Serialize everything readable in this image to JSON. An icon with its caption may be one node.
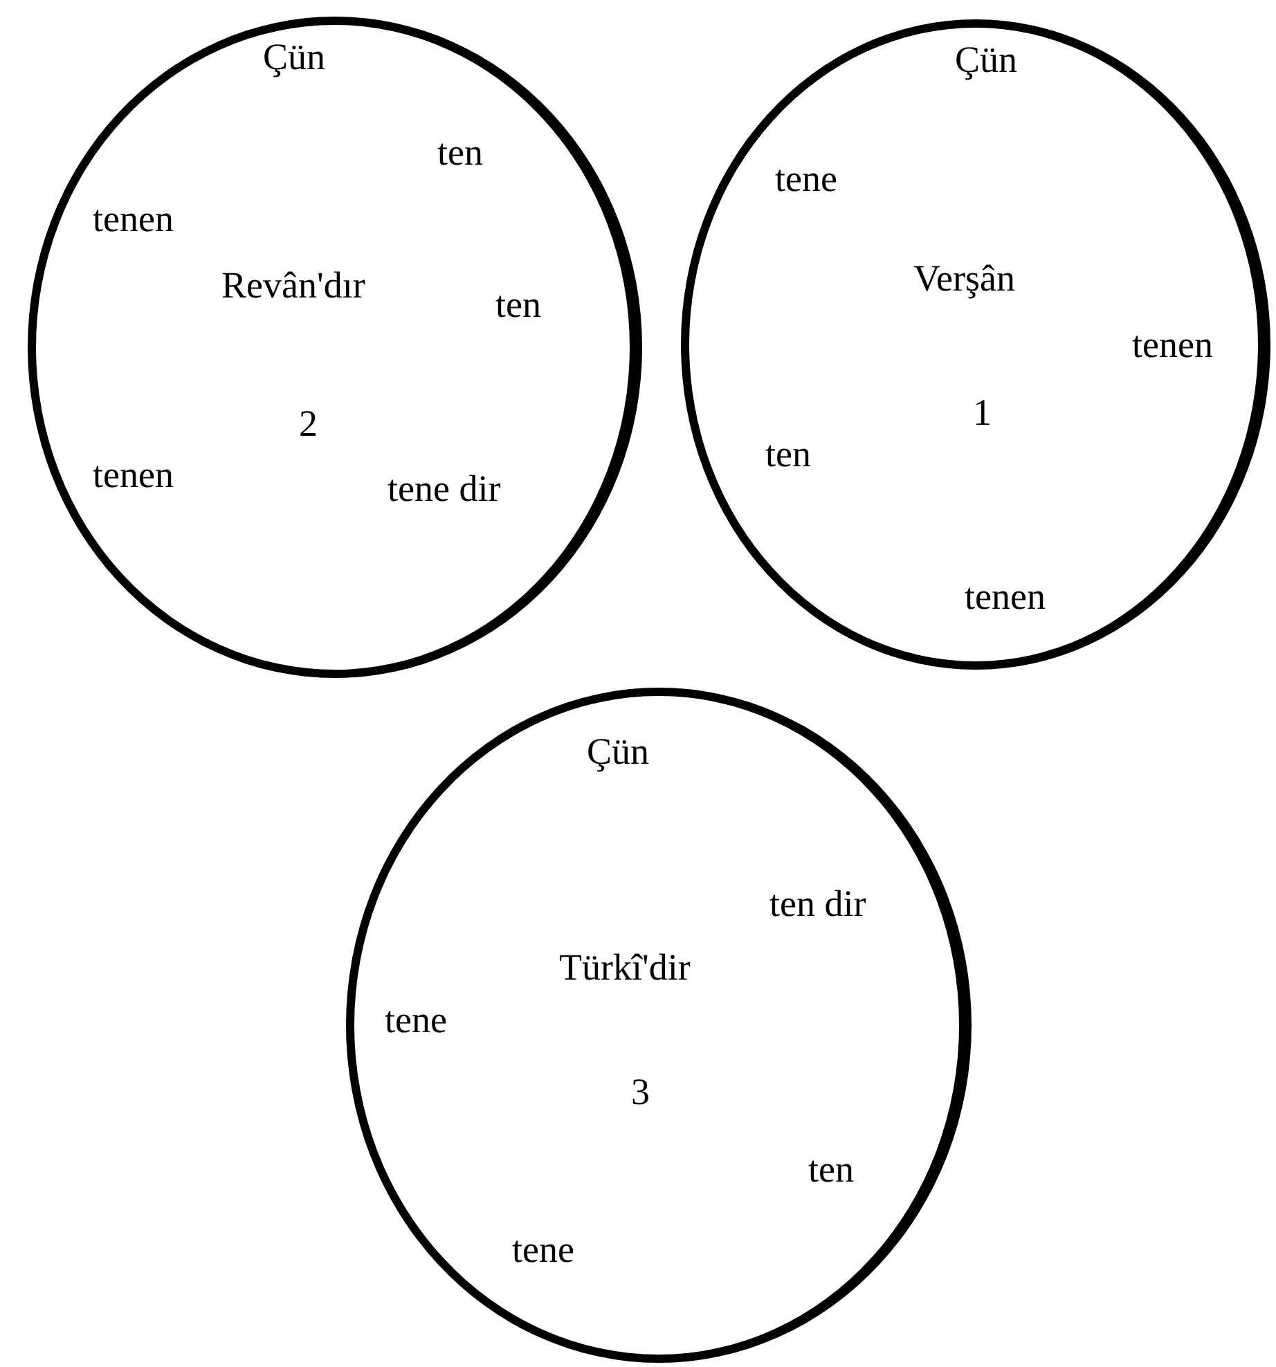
{
  "diagram": {
    "nodes": [
      {
        "text": [
          "Çün",
          "ten",
          "tenen",
          "Revân'dır",
          "ten",
          "2",
          "tenen",
          "tene dir"
        ]
      },
      {
        "text": [
          "Çün",
          "tene",
          "Verşân",
          "tenen",
          "1",
          "ten",
          "tenen"
        ]
      },
      {
        "text": [
          "Çün",
          "ten dir",
          "Türkî'dir",
          "tene",
          "3",
          "ten",
          "tene"
        ]
      }
    ]
  }
}
